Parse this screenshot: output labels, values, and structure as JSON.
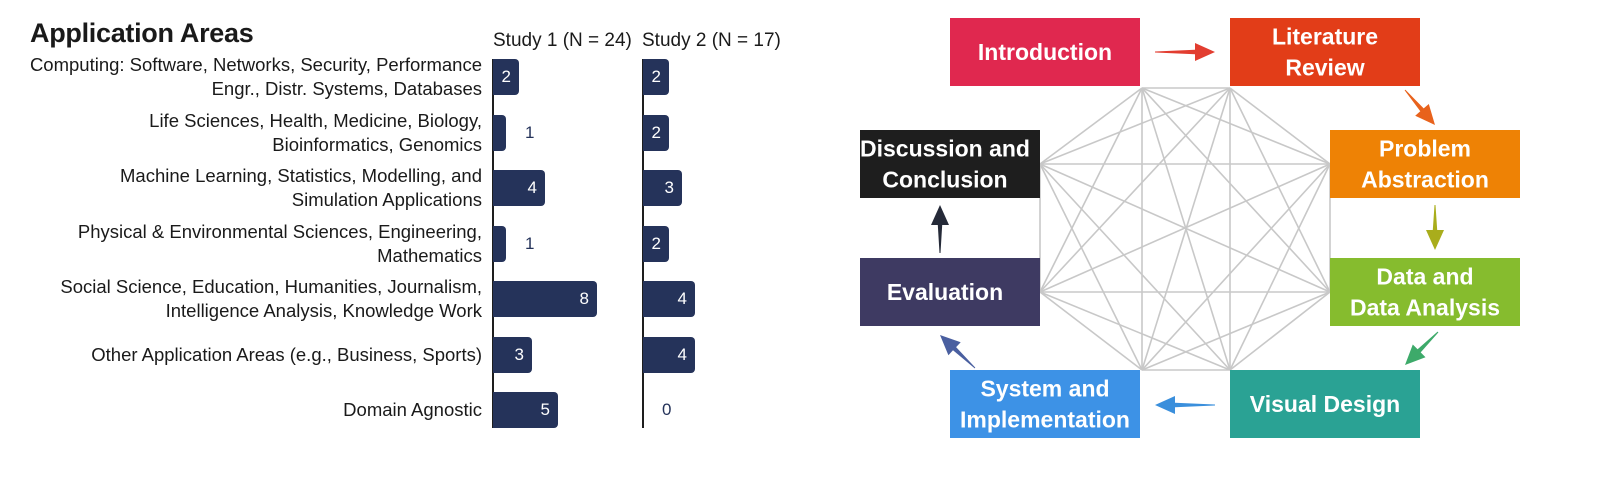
{
  "chart_data": [
    {
      "type": "bar",
      "title": "Application Areas",
      "categories": [
        "Computing: Software, Networks, Security, Performance\nEngr., Distr. Systems, Databases",
        "Life Sciences, Health, Medicine, Biology,\nBioinformatics, Genomics",
        "Machine Learning, Statistics, Modelling, and\nSimulation Applications",
        "Physical & Environmental Sciences, Engineering,\nMathematics",
        "Social Science, Education, Humanities, Journalism,\nIntelligence Analysis, Knowledge Work",
        "Other Application Areas (e.g., Business, Sports)",
        "Domain Agnostic"
      ],
      "series": [
        {
          "name": "Study 1 (N = 24)",
          "values": [
            2,
            1,
            4,
            1,
            8,
            3,
            5
          ]
        },
        {
          "name": "Study 2 (N = 17)",
          "values": [
            2,
            2,
            3,
            2,
            4,
            4,
            0
          ]
        }
      ],
      "colors": {
        "bar": "#25335a",
        "label_inside": "#ffffff",
        "label_outside": "#25335a"
      }
    }
  ],
  "diagram": {
    "nodes": [
      {
        "label": "Introduction",
        "color": "#e0284f"
      },
      {
        "label": "Literature\nReview",
        "color": "#e23d18"
      },
      {
        "label": "Problem\nAbstraction",
        "color": "#ee8205"
      },
      {
        "label": "Data and\nData Analysis",
        "color": "#86bc2e"
      },
      {
        "label": "Visual Design",
        "color": "#2aa294"
      },
      {
        "label": "System and\nImplementation",
        "color": "#3d92e6"
      },
      {
        "label": "Evaluation",
        "color": "#3e3a62"
      },
      {
        "label": "Discussion and\nConclusion",
        "color": "#1e1e1e"
      }
    ],
    "arrow_colors": [
      "#e23d30",
      "#e8621c",
      "#a9ad1c",
      "#3daa6a",
      "#3a8fdc",
      "#4a5fa0",
      "#252a38"
    ],
    "connector_color": "#c8c8c8"
  }
}
